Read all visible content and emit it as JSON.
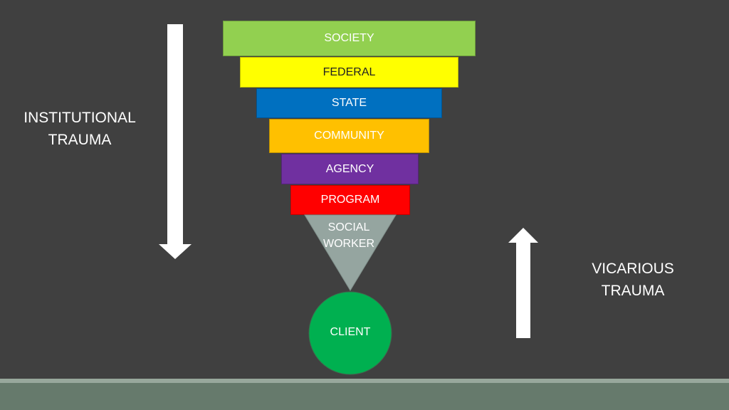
{
  "levels": [
    {
      "label": "SOCIETY",
      "color": "#92d050",
      "text_color": "#ffffff"
    },
    {
      "label": "FEDERAL",
      "color": "#ffff00",
      "text_color": "#222222"
    },
    {
      "label": "STATE",
      "color": "#0070c0",
      "text_color": "#ffffff"
    },
    {
      "label": "COMMUNITY",
      "color": "#ffc000",
      "text_color": "#ffffff"
    },
    {
      "label": "AGENCY",
      "color": "#7030a0",
      "text_color": "#ffffff"
    },
    {
      "label": "PROGRAM",
      "color": "#ff0000",
      "text_color": "#ffffff"
    }
  ],
  "social_worker": {
    "line1": "SOCIAL",
    "line2": "WORKER",
    "color": "#95a5a0"
  },
  "client": {
    "label": "CLIENT",
    "color": "#00b050"
  },
  "left_label": {
    "line1": "INSTITUTIONAL",
    "line2": "TRAUMA"
  },
  "right_label": {
    "line1": "VICARIOUS",
    "line2": "TRAUMA"
  },
  "arrows": {
    "left_direction": "down",
    "right_direction": "up",
    "color": "#ffffff"
  }
}
